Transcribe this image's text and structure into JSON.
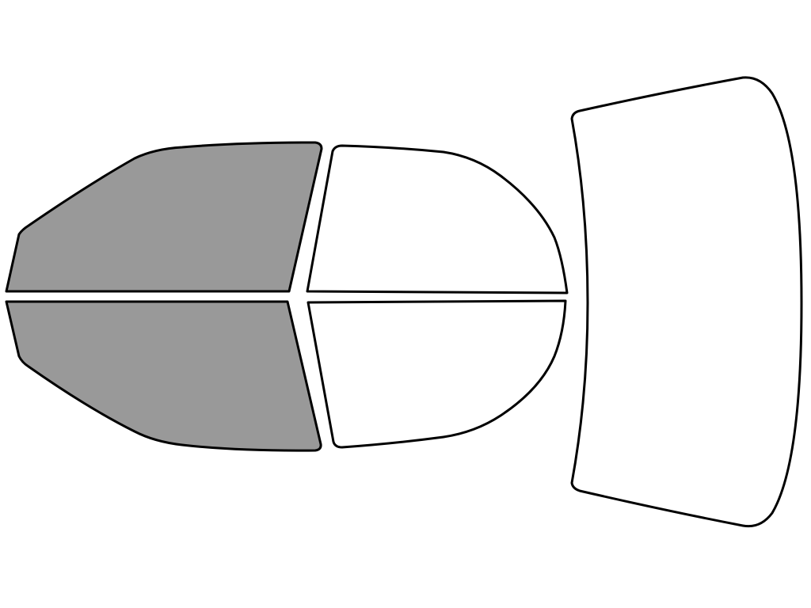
{
  "diagram": {
    "background_color": "#ffffff",
    "outline_color": "#000000",
    "tinted_color": "#999999",
    "clear_color": "#ffffff",
    "panes": [
      {
        "id": "driver-front-window",
        "tinted": true
      },
      {
        "id": "passenger-front-window",
        "tinted": true
      },
      {
        "id": "driver-rear-window",
        "tinted": false
      },
      {
        "id": "passenger-rear-window",
        "tinted": false
      },
      {
        "id": "back-windshield",
        "tinted": false
      }
    ]
  }
}
